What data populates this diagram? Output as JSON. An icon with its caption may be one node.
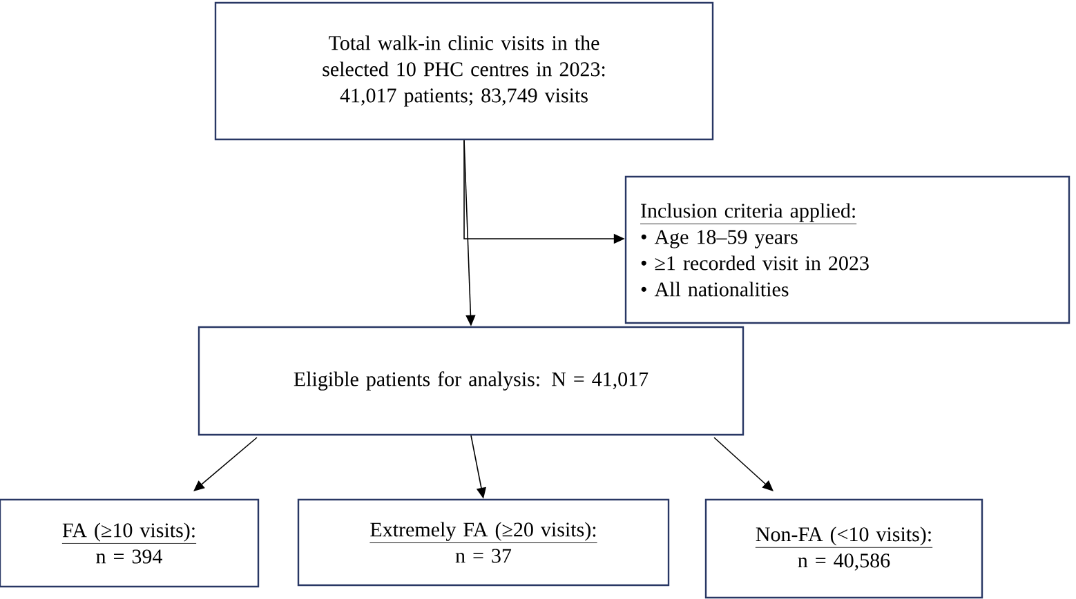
{
  "diagram": {
    "nodes": [
      {
        "text": [
          "Total walk-in clinic visits in the selected 10 PHC centres in 2023:",
          "41,017 patients; 83,749 visits"
        ]
      },
      {
        "text": [
          "Inclusion criteria applied:",
          "• Age 18–59 years",
          "• ≥1 recorded visit in 2023",
          "• All nationalities"
        ]
      },
      {
        "text": [
          "Eligible patients for analysis: N = 41,017"
        ]
      },
      {
        "text": [
          "FA (≥10 visits):",
          "n = 394"
        ]
      },
      {
        "text": [
          "Extremely FA (≥20 visits):",
          "n = 37"
        ]
      },
      {
        "text": [
          "Non-FA (<10 visits):",
          "n = 40,586"
        ]
      }
    ],
    "edges": [
      {
        "from": 0,
        "to": 2,
        "arrow": "to"
      },
      {
        "from": 0,
        "to": 1,
        "arrow": "to"
      },
      {
        "from": 2,
        "to": 3,
        "arrow": "to"
      },
      {
        "from": 2,
        "to": 4,
        "arrow": "to"
      },
      {
        "from": 2,
        "to": 5,
        "arrow": "to"
      }
    ]
  }
}
